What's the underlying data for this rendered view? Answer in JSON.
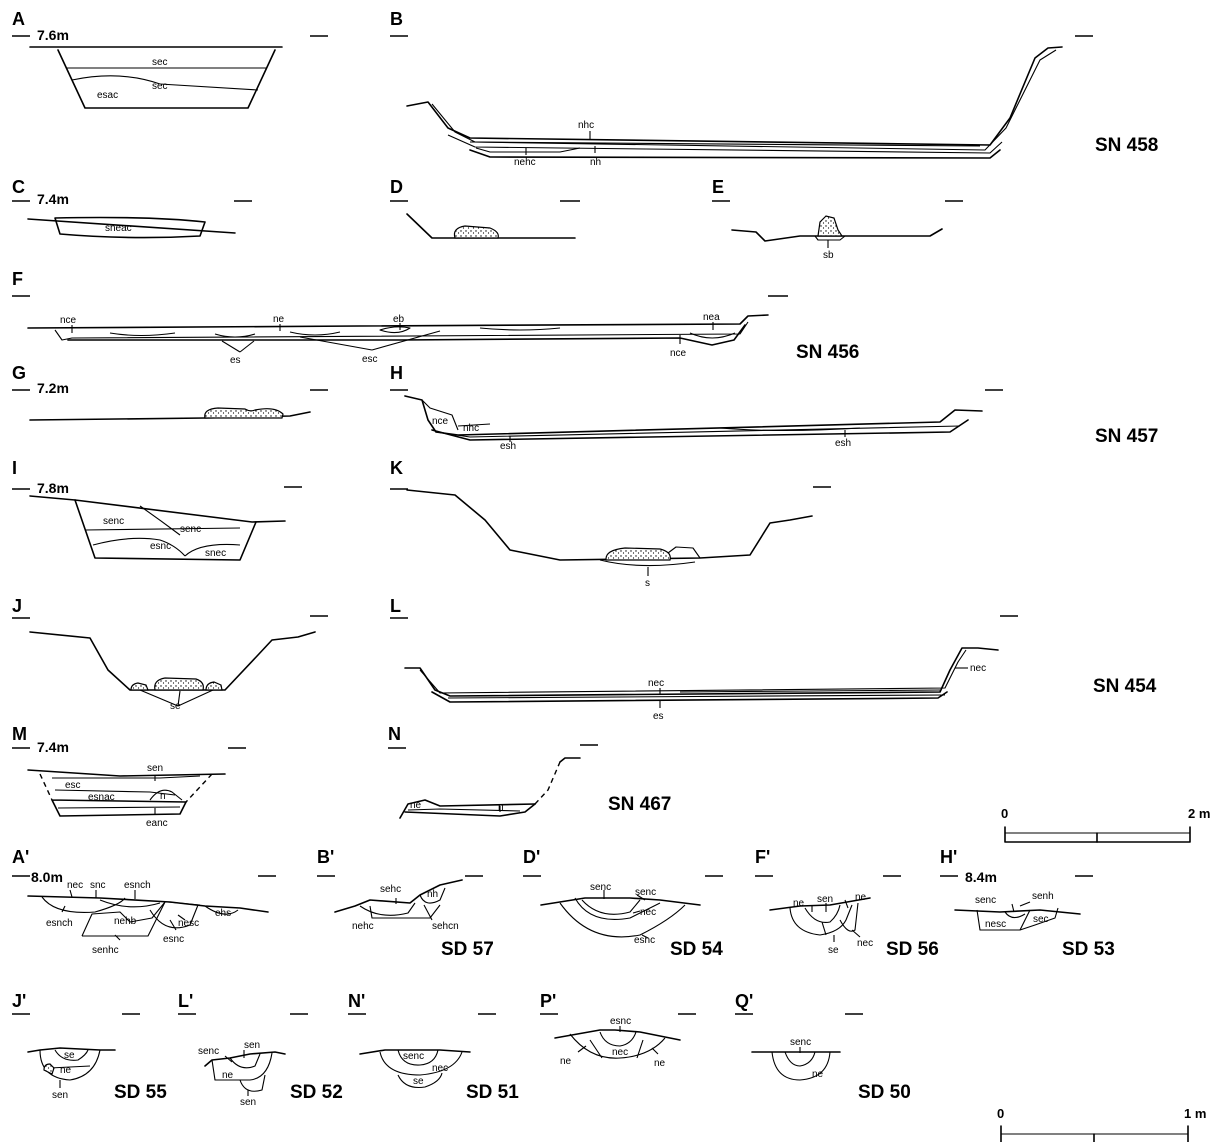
{
  "sections": {
    "A": {
      "label": "A",
      "elevation": "7.6m",
      "contexts": [
        "sec",
        "sec",
        "esac"
      ]
    },
    "B": {
      "label": "B",
      "contexts": [
        "nhc",
        "nehc",
        "nh"
      ]
    },
    "C": {
      "label": "C",
      "elevation": "7.4m",
      "contexts": [
        "sneac"
      ]
    },
    "D": {
      "label": "D"
    },
    "E": {
      "label": "E",
      "contexts": [
        "sb"
      ]
    },
    "F": {
      "label": "F",
      "contexts": [
        "nce",
        "ne",
        "eb",
        "nea",
        "es",
        "esc",
        "nce"
      ]
    },
    "G": {
      "label": "G",
      "elevation": "7.2m"
    },
    "H": {
      "label": "H",
      "contexts": [
        "nce",
        "nhc",
        "esh",
        "esh"
      ]
    },
    "I": {
      "label": "I",
      "elevation": "7.8m",
      "contexts": [
        "senc",
        "senc",
        "esnc",
        "snec"
      ]
    },
    "K": {
      "label": "K",
      "contexts": [
        "s"
      ]
    },
    "J": {
      "label": "J",
      "contexts": [
        "se"
      ]
    },
    "L": {
      "label": "L",
      "contexts": [
        "nec",
        "nec",
        "es"
      ]
    },
    "M": {
      "label": "M",
      "elevation": "7.4m",
      "contexts": [
        "sen",
        "esc",
        "esnac",
        "n",
        "eanc"
      ]
    },
    "N": {
      "label": "N",
      "contexts": [
        "ne",
        "n"
      ]
    },
    "A2": {
      "label": "A'",
      "elevation": "8.0m",
      "contexts": [
        "nec",
        "snc",
        "esnch",
        "esnch",
        "nehb",
        "nesc",
        "ehs",
        "esnc",
        "senhc"
      ]
    },
    "B2": {
      "label": "B'",
      "contexts": [
        "sehc",
        "nh",
        "nehc",
        "sehcn"
      ]
    },
    "D2": {
      "label": "D'",
      "contexts": [
        "senc",
        "senc",
        "nec",
        "esnc"
      ]
    },
    "F2": {
      "label": "F'",
      "contexts": [
        "ne",
        "sen",
        "ne",
        "nec",
        "se"
      ]
    },
    "H2": {
      "label": "H'",
      "elevation": "8.4m",
      "contexts": [
        "senc",
        "senh",
        "sec",
        "nesc"
      ]
    },
    "J2": {
      "label": "J'",
      "contexts": [
        "se",
        "ne",
        "sen"
      ]
    },
    "L2": {
      "label": "L'",
      "contexts": [
        "senc",
        "sen",
        "ne",
        "sen"
      ]
    },
    "N2": {
      "label": "N'",
      "contexts": [
        "senc",
        "nec",
        "se"
      ]
    },
    "P2": {
      "label": "P'",
      "contexts": [
        "esnc",
        "ne",
        "nec",
        "ne"
      ]
    },
    "Q2": {
      "label": "Q'",
      "contexts": [
        "senc",
        "ne"
      ]
    }
  },
  "groups": {
    "sn458": "SN 458",
    "sn456": "SN 456",
    "sn457": "SN 457",
    "sn454": "SN 454",
    "sn467": "SN 467",
    "sd57": "SD 57",
    "sd54": "SD 54",
    "sd56": "SD 56",
    "sd53": "SD 53",
    "sd55": "SD 55",
    "sd52": "SD 52",
    "sd51": "SD 51",
    "sd50": "SD 50"
  },
  "scales": {
    "large": {
      "start": "0",
      "end": "2 m"
    },
    "small": {
      "start": "0",
      "end": "1 m"
    }
  }
}
